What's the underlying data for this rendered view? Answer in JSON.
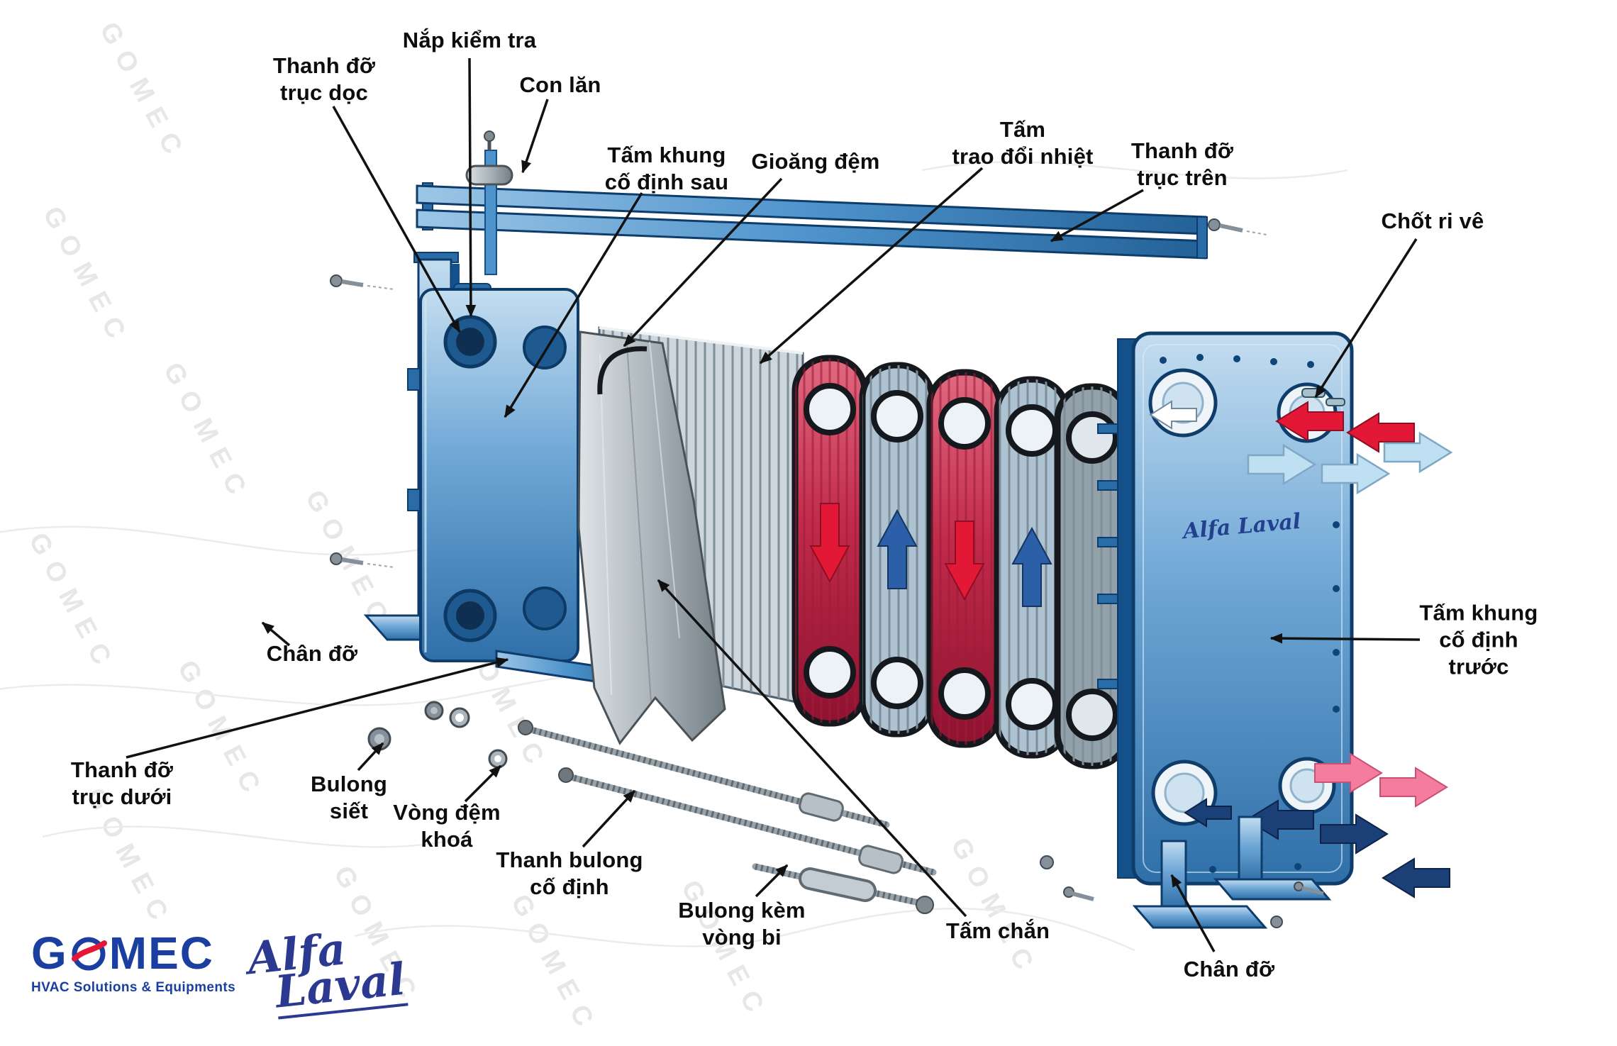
{
  "diagram": {
    "labels": {
      "vertical_support": "Thanh đỡ\ntrục dọc",
      "inspection_cover": "Nắp kiểm tra",
      "roller": "Con lăn",
      "rear_fixed_frame": "Tấm khung\ncố định sau",
      "gasket": "Gioăng đệm",
      "heat_plate": "Tấm\ntrao đổi nhiệt",
      "upper_support": "Thanh đỡ\ntrục trên",
      "rivet_pin": "Chốt ri vê",
      "front_fixed_frame": "Tấm khung\ncố định trước",
      "support_foot_left": "Chân đỡ",
      "lower_support": "Thanh đỡ\ntrục dưới",
      "tightening_bolt": "Bulong\nsiết",
      "lock_washer": "Vòng đệm\nkhoá",
      "fixing_bolt_bar": "Thanh bulong\ncố định",
      "bearing_bolt": "Bulong kèm\nvòng bi",
      "shield_plate": "Tấm chắn",
      "support_foot_right": "Chân đỡ"
    }
  },
  "logos": {
    "gomec": {
      "name_g": "G",
      "name_rest": "MEC",
      "tagline": "HVAC Solutions & Equipments"
    },
    "alfa_laval": {
      "line1": "Alfa",
      "line2": "Laval"
    },
    "plate_brand": {
      "text": "Alfa Laval"
    }
  },
  "watermark": {
    "text": "GOMEC"
  },
  "colors": {
    "frame_blue": "#3f87c5",
    "hot_red": "#e31837",
    "hot_pink": "#f47c9c",
    "cold_navy": "#1b3f77",
    "cold_lightblue": "#bfe0f2",
    "label_text": "#0d0d0d"
  }
}
